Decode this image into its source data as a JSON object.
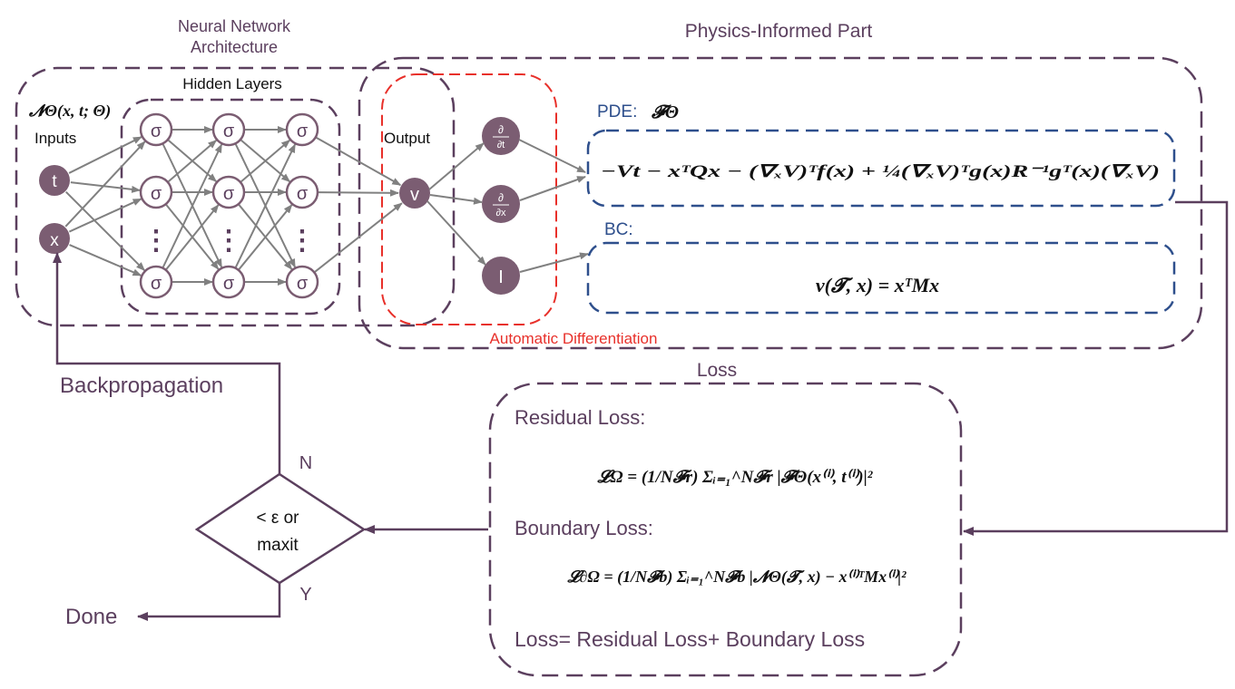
{
  "labels": {
    "nn_architecture_line1": "Neural Network",
    "nn_architecture_line2": "Architecture",
    "physics_part": "Physics-Informed Part",
    "hidden_layers": "Hidden Layers",
    "network_func": "𝓝Θ(x, t; Θ)",
    "inputs": "Inputs",
    "output": "Output",
    "pde": "PDE:",
    "pde_symbol": "𝓕Θ",
    "bc": "BC:",
    "auto_diff": "Automatic Differentiation",
    "loss": "Loss",
    "residual_loss": "Residual Loss:",
    "boundary_loss": "Boundary Loss:",
    "loss_sum": "Loss= Residual Loss+ Boundary Loss",
    "backprop": "Backpropagation",
    "decision_line1": "< ε or",
    "decision_line2": "maxit",
    "no": "N",
    "yes": "Y",
    "done": "Done"
  },
  "nodes": {
    "input_t": "t",
    "input_x": "x",
    "sigma": "σ",
    "dots": "⋮",
    "output_v": "v",
    "deriv_t_num": "∂",
    "deriv_t_den": "∂t",
    "deriv_x_num": "∂",
    "deriv_x_den": "∂x",
    "identity": "I"
  },
  "equations": {
    "pde": "−Vt − xᵀQx − (∇ₓV)ᵀf(x) + ¼(∇ₓV)ᵀg(x)R⁻¹gᵀ(x)(∇ₓV)",
    "bc": "v(𝓣, x) = xᵀMx",
    "residual_loss": "𝓛Ω = (1/N𝓕r) Σᵢ₌₁^N𝓕r |𝓕Θ(x⁽ⁱ⁾, t⁽ⁱ⁾)|²",
    "boundary_loss": "𝓛∂Ω = (1/N𝓕b) Σᵢ₌₁^N𝓕b |𝓝Θ(𝓣, x) − x⁽ⁱ⁾ᵀMx⁽ⁱ⁾|²"
  },
  "colors": {
    "purple": "#5b3f5e",
    "node_fill": "#7b5d72",
    "gray": "#808080",
    "red": "#e8302a",
    "blue": "#2e4f8c"
  }
}
